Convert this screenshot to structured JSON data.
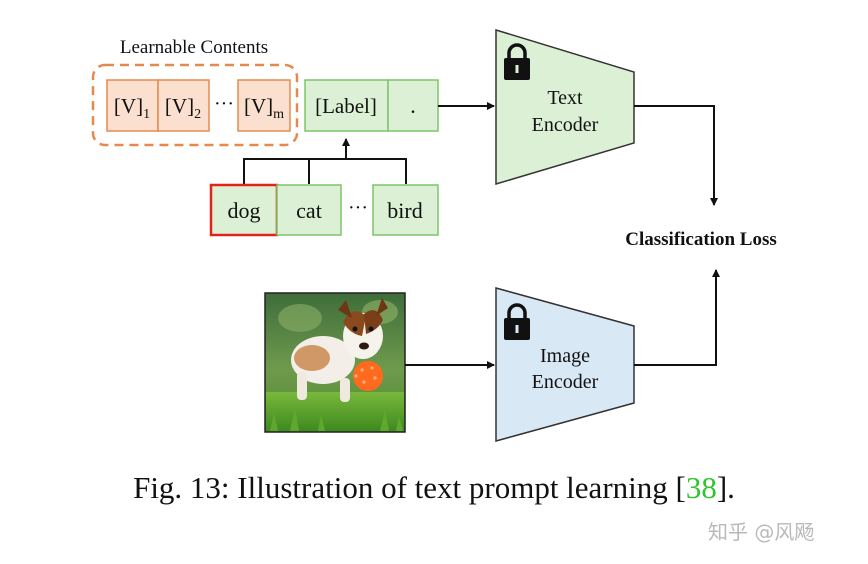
{
  "learnable": {
    "title": "Learnable Contents",
    "tokens": [
      {
        "base": "[V]",
        "sub": "1"
      },
      {
        "base": "[V]",
        "sub": "2"
      },
      {
        "base": "[V]",
        "sub": "m"
      }
    ],
    "ellipsis": "···"
  },
  "label_token": "[Label]",
  "period_token": ".",
  "classes": {
    "items": [
      "dog",
      "cat",
      "bird"
    ],
    "ellipsis": "···",
    "selected": "dog"
  },
  "text_encoder": {
    "line1": "Text",
    "line2": "Encoder"
  },
  "image_encoder": {
    "line1": "Image",
    "line2": "Encoder"
  },
  "loss_label": "Classification Loss",
  "caption": {
    "prefix": "Fig. 13: Illustration of text prompt learning [",
    "ref": "38",
    "suffix": "]."
  },
  "watermark": "知乎 @风飏",
  "colors": {
    "learnable_fill": "#fbe0cf",
    "learnable_stroke": "#e58a4f",
    "green_fill": "#dcf0d5",
    "green_stroke": "#7fc46a",
    "selected_stroke": "#e0241b",
    "image_encoder_fill": "#d8e8f5",
    "caption_ref": "#2ec52e"
  },
  "icons": [
    "lock-icon",
    "dog-photo"
  ]
}
